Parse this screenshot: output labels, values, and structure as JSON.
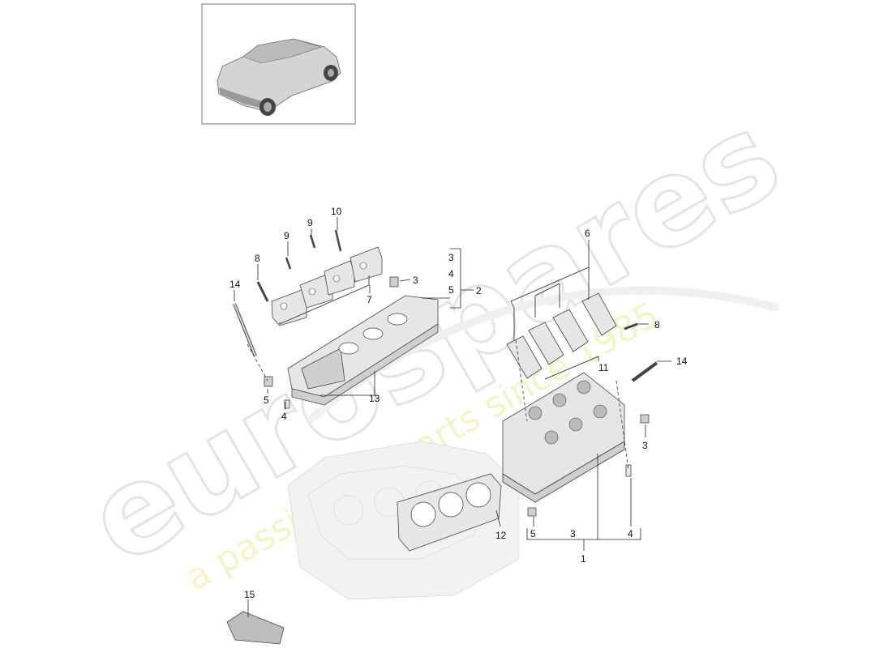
{
  "watermark": {
    "brand": "eurospares",
    "tagline": "a passion for parts since 1985"
  },
  "thumbnail": {
    "icon": "car-suv-icon"
  },
  "callouts": {
    "c15": "15",
    "c14a": "14",
    "c8a": "8",
    "c9a": "9",
    "c9b": "9",
    "c10": "10",
    "c7": "7",
    "c3a": "3",
    "c3b": "3",
    "c4a": "4",
    "c5a": "5",
    "c2": "2",
    "c5b": "5",
    "c4b": "4",
    "c13": "13",
    "c6": "6",
    "c8b": "8",
    "c11": "11",
    "c14b": "14",
    "c3c": "3",
    "c12": "12",
    "c5c": "5",
    "c3d": "3",
    "c4c": "4",
    "c1": "1"
  },
  "colors": {
    "watermark": "#dcdcdc",
    "tagline": "#eeeea0",
    "parts": "#e6e6e6"
  }
}
